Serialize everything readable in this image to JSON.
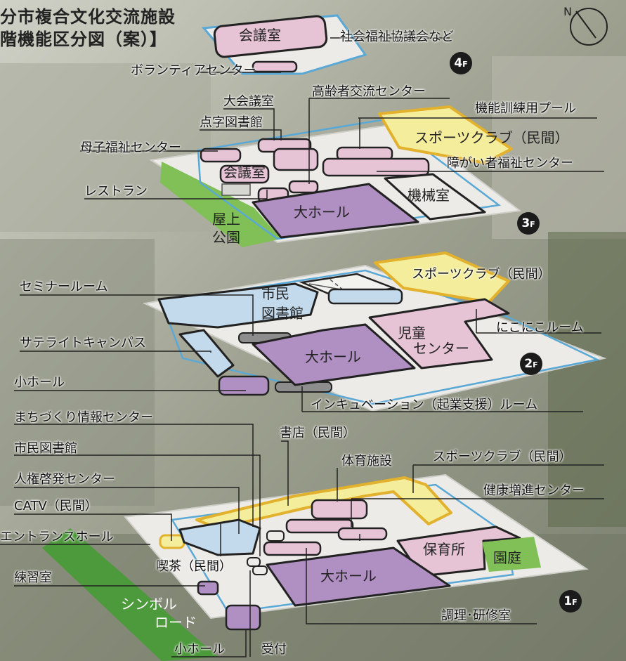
{
  "title": {
    "line1": "分市複合文化交流施設",
    "line2": "階機能区分図（案）】"
  },
  "compass": {
    "north": "N"
  },
  "floors": {
    "f4": {
      "badge_num": "4",
      "badge_unit": "F",
      "labels": {
        "kaigishitsu": "会議室",
        "shakai": "社会福祉協議会など",
        "volunteer": "ボランティアセンター"
      }
    },
    "f3": {
      "badge_num": "3",
      "badge_unit": "F",
      "labels": {
        "daikaigi": "大会議室",
        "tenji": "点字図書館",
        "boshi": "母子福祉センター",
        "restaurant": "レストラン",
        "koreisha": "高齢者交流センター",
        "kinou_pool": "機能訓練用プール",
        "sports": "スポーツクラブ（民間）",
        "shougai": "障がい者福祉センター",
        "kaigishitsu": "会議室",
        "daihall": "大ホール",
        "kikai": "機械室",
        "okujo1": "屋上",
        "okujo2": "公園"
      }
    },
    "f2": {
      "badge_num": "2",
      "badge_unit": "F",
      "labels": {
        "seminar": "セミナールーム",
        "shimin1": "市民",
        "shimin2": "図書館",
        "satellite": "サテライトキャンパス",
        "kohall": "小ホール",
        "sports": "スポーツクラブ（民間）",
        "jido1": "児童",
        "jido2": "センター",
        "nikoniko": "にこにこルーム",
        "daihall": "大ホール",
        "incubation": "インキュベーション（起業支援）ルーム"
      }
    },
    "f1": {
      "badge_num": "1",
      "badge_unit": "F",
      "labels": {
        "machizukuri": "まちづくり情報センター",
        "shimin": "市民図書館",
        "jinken": "人権啓発センター",
        "catv": "CATV（民間）",
        "entrance": "エントランスホール",
        "renshu": "練習室",
        "shoten": "書店（民間）",
        "taiiku": "体育施設",
        "sports": "スポーツクラブ（民間）",
        "kenko": "健康増進センター",
        "kissa": "喫茶（民間）",
        "hoiku": "保育所",
        "entei": "園庭",
        "daihall": "大ホール",
        "chori": "調理･研修室",
        "kohall": "小ホール",
        "uketsuke": "受付",
        "symbol1": "シンボル",
        "symbol2": "ロード"
      }
    }
  },
  "colors": {
    "pink": "#e7c3d6",
    "purple": "#b08fc2",
    "blue": "#c3d9ec",
    "yellow": "#f4ee9c",
    "green": "#80c056",
    "gray": "#8d8d8d",
    "outline": "#5aa8d6",
    "floor": "#ecebe7"
  }
}
